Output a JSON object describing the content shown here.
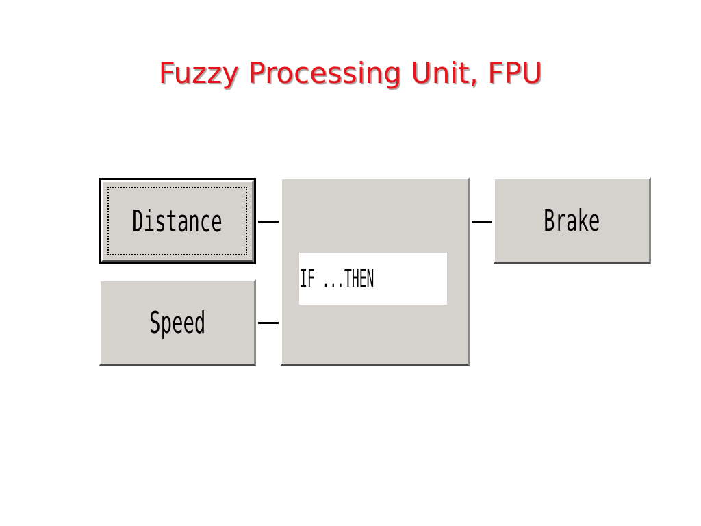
{
  "slide": {
    "title": "Fuzzy Processing Unit, FPU"
  },
  "inputs": {
    "distance_label": "Distance",
    "speed_label": "Speed"
  },
  "processor": {
    "rule_text": "IF ...THEN"
  },
  "outputs": {
    "brake_label": "Brake"
  },
  "colors": {
    "title": "#e8141b",
    "button_face": "#d5d2cd"
  }
}
